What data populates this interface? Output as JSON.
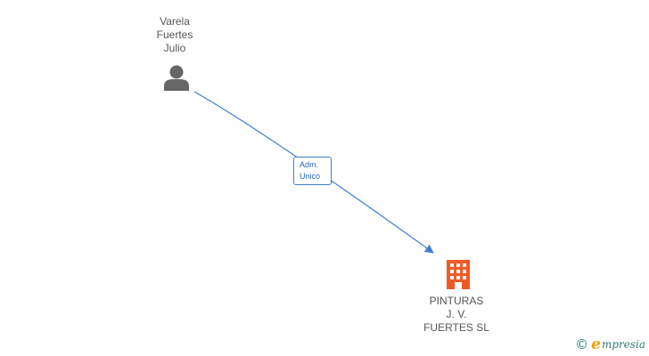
{
  "nodes": {
    "person": {
      "name_lines": [
        "Varela",
        "Fuertes",
        "Julio"
      ],
      "icon": "person-icon"
    },
    "company": {
      "name_lines": [
        "PINTURAS",
        "J. V.",
        "FUERTES SL"
      ],
      "icon": "building-icon"
    }
  },
  "edge": {
    "label_lines": [
      "Adm.",
      "Unico"
    ]
  },
  "watermark": {
    "copyright_symbol": "©",
    "brand_initial": "e",
    "brand_rest": "mpresia"
  },
  "colors": {
    "edge": "#3f7fd0",
    "person_icon": "#666666",
    "company_icon": "#f05a28",
    "label_text": "#555555"
  }
}
